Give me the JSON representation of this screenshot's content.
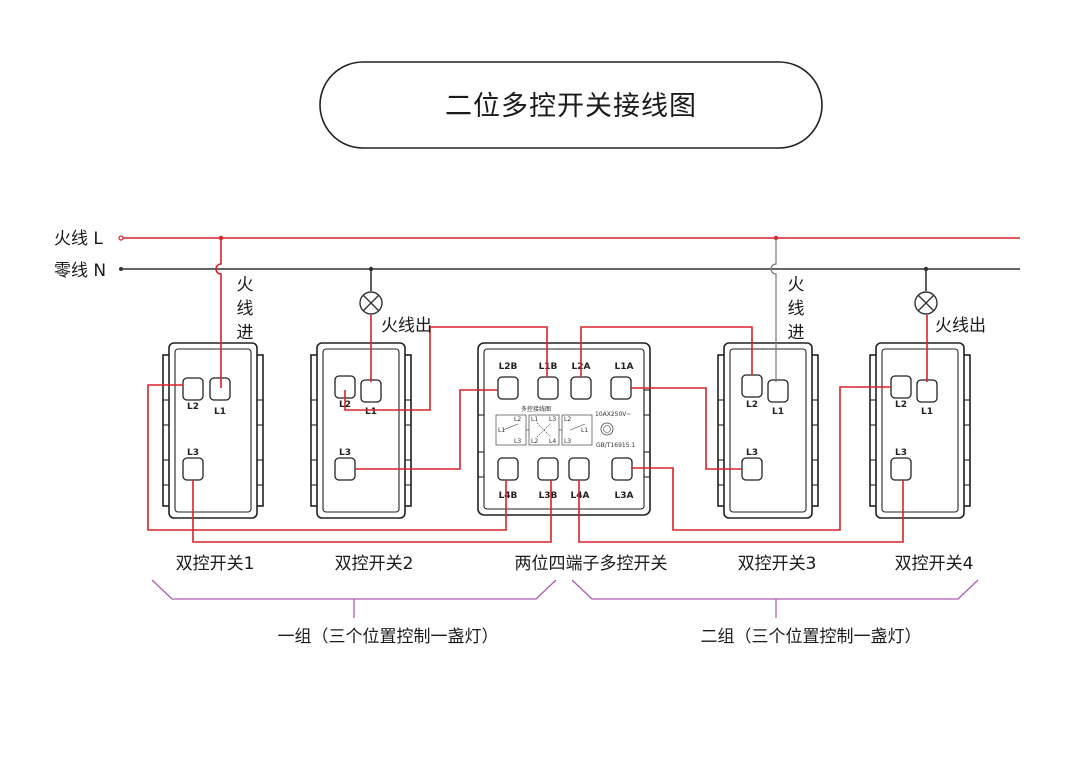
{
  "title": "二位多控开关接线图",
  "lines": {
    "live": "火线 L",
    "neutral": "零线 N"
  },
  "annotations": {
    "live_in_1": [
      "火",
      "线",
      "进"
    ],
    "live_in_2": [
      "火",
      "线",
      "进"
    ],
    "live_out_1": "火线出",
    "live_out_2": "火线出"
  },
  "switches": [
    {
      "name": "双控开关1",
      "terminals": [
        "L2",
        "L1",
        "L3"
      ]
    },
    {
      "name": "双控开关2",
      "terminals": [
        "L2",
        "L1",
        "L3"
      ]
    },
    {
      "name": "两位四端子多控开关",
      "terminals": [
        "L2B",
        "L1B",
        "L2A",
        "L1A",
        "L4B",
        "L3B",
        "L4A",
        "L3A"
      ]
    },
    {
      "name": "双控开关3",
      "terminals": [
        "L2",
        "L1",
        "L3"
      ]
    },
    {
      "name": "双控开关4",
      "terminals": [
        "L2",
        "L1",
        "L3"
      ]
    }
  ],
  "module": {
    "diagram_title": "多控接线图",
    "rating": "10AX250V~",
    "standard": "GB/T16915.1",
    "mini_left": [
      "L2",
      "L1",
      "L3"
    ],
    "mini_mid": [
      "L1",
      "L3",
      "L2",
      "L4"
    ],
    "mini_right": [
      "L2",
      "L1",
      "L3"
    ]
  },
  "groups": [
    "一组（三个位置控制一盏灯）",
    "二组（三个位置控制一盏灯）"
  ],
  "colors": {
    "live_wire": "#d8232a",
    "neutral_wire": "#333333",
    "bracket": "#b05cb0"
  }
}
